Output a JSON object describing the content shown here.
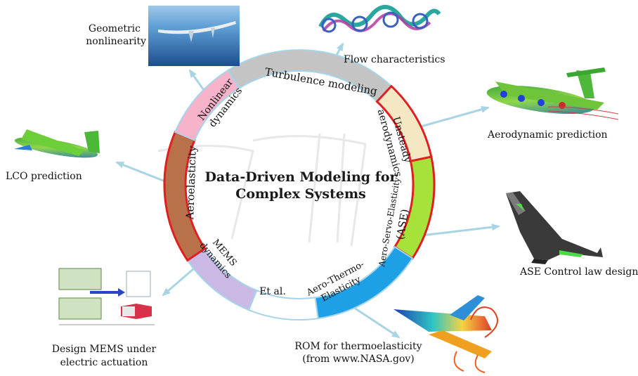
{
  "title": {
    "line1": "Data-Driven Modeling for",
    "line2": "Complex Systems"
  },
  "segments": {
    "turbulence": "Turbulence modeling",
    "unsteady_1": "Unsteady",
    "unsteady_2": "aerodynamics",
    "ase_1": "Aero-Servo-Elasticity",
    "ase_2": "(ASE)",
    "ate_1": "Aero-Thermo-",
    "ate_2": "Elasticity",
    "etal": "Et al.",
    "mems_1": "MEMS",
    "mems_2": "dynamics",
    "aeroelasticity": "Aeroelasticity",
    "nonlinear_1": "Nonlinear",
    "nonlinear_2": "dynamics"
  },
  "applications": {
    "geometric_1": "Geometric",
    "geometric_2": "nonlinearity",
    "flow": "Flow characteristics",
    "aero_pred": "Aerodynamic prediction",
    "lco": "LCO prediction",
    "ase_control": "ASE Control law design",
    "rom_1": "ROM for thermoelasticity",
    "rom_2": "(from www.NASA.gov)",
    "mems_1": "Design MEMS under",
    "mems_2": "electric actuation"
  },
  "colors": {
    "turbulence": "#c4c4c4",
    "unsteady": "#f3e7c4",
    "ase": "#a6e23a",
    "ate": "#1ea0e6",
    "etal": "#ffffff",
    "mems": "#c9b9e4",
    "aeroelasticity": "#b9714b",
    "nonlinear": "#f7b3c9",
    "highlight_border": "#e02020",
    "ring_border": "#a6d4e8",
    "arrow": "#a9d4e3"
  }
}
